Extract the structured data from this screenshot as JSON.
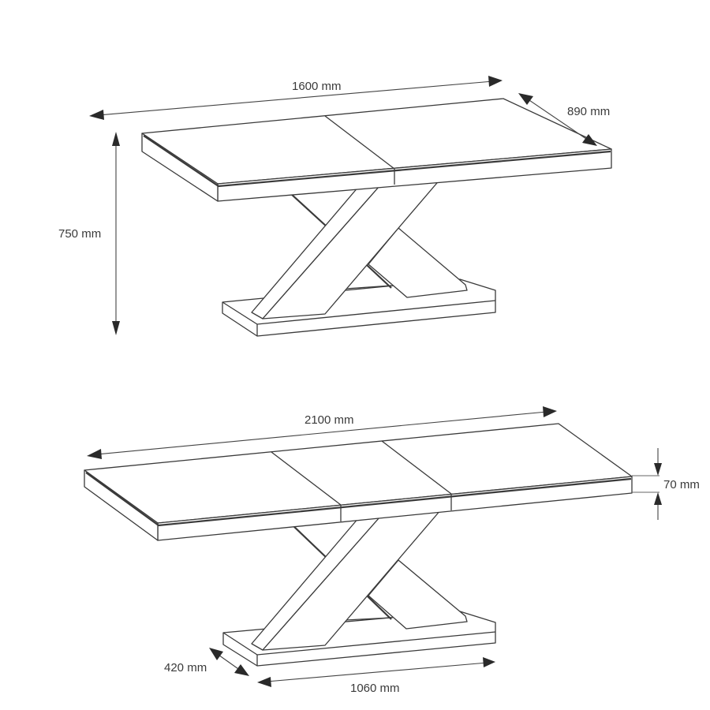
{
  "figure": {
    "title": "Extendable dining table with X-shaped pedestal base — dimension drawing",
    "colors": {
      "background": "#ffffff",
      "outline": "#3a3a3a",
      "dimension_line": "#444444",
      "label_text": "#3a3a3a"
    }
  },
  "views": [
    {
      "id": "closed",
      "description": "Table closed (two top panels)",
      "dimensions": {
        "length": {
          "label": "1600 mm",
          "value": 1600,
          "unit": "mm"
        },
        "depth": {
          "label": "890 mm",
          "value": 890,
          "unit": "mm"
        },
        "height": {
          "label": "750 mm",
          "value": 750,
          "unit": "mm"
        }
      }
    },
    {
      "id": "extended",
      "description": "Table extended (three top panels, middle insert)",
      "dimensions": {
        "length": {
          "label": "2100 mm",
          "value": 2100,
          "unit": "mm"
        },
        "top_thickness": {
          "label": "70 mm",
          "value": 70,
          "unit": "mm"
        },
        "base_depth": {
          "label": "420 mm",
          "value": 420,
          "unit": "mm"
        },
        "base_length": {
          "label": "1060 mm",
          "value": 1060,
          "unit": "mm"
        }
      }
    }
  ]
}
